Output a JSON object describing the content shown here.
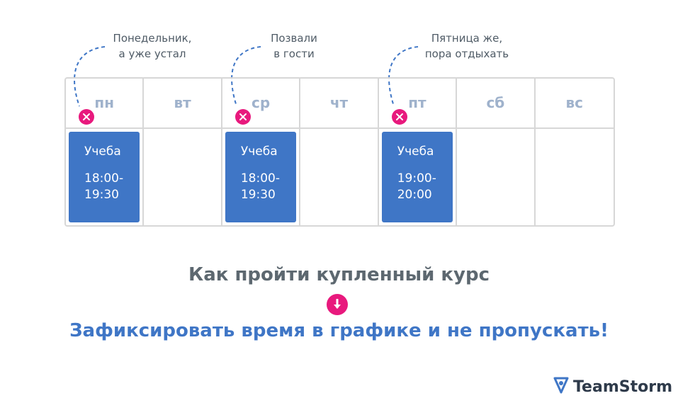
{
  "annotations": [
    {
      "text": "Понедельник,\nа уже устал"
    },
    {
      "text": "Позвали\nв гости"
    },
    {
      "text": "Пятница же,\nпора отдыхать"
    }
  ],
  "days": [
    "пн",
    "вт",
    "ср",
    "чт",
    "пт",
    "сб",
    "вс"
  ],
  "lessons": [
    {
      "day": "пн",
      "subject": "Учеба",
      "time": "18:00-\n19:30"
    },
    {
      "day": "ср",
      "subject": "Учеба",
      "time": "18:00-\n19:30"
    },
    {
      "day": "пт",
      "subject": "Учеба",
      "time": "19:00-\n20:00"
    }
  ],
  "headline": "Как пройти купленный курс",
  "cta": "Зафиксировать время в графике и не пропускать!",
  "brand": {
    "name": "TeamStorm"
  },
  "colors": {
    "accent": "#e8197d",
    "lesson": "#3f76c6",
    "day_label": "#9fb2cc",
    "headline": "#5d6870",
    "cta": "#3f76c6",
    "grid": "#d7d7d7"
  },
  "icons": [
    "close-icon",
    "arrow-down-icon",
    "teamstorm-logo-icon"
  ]
}
